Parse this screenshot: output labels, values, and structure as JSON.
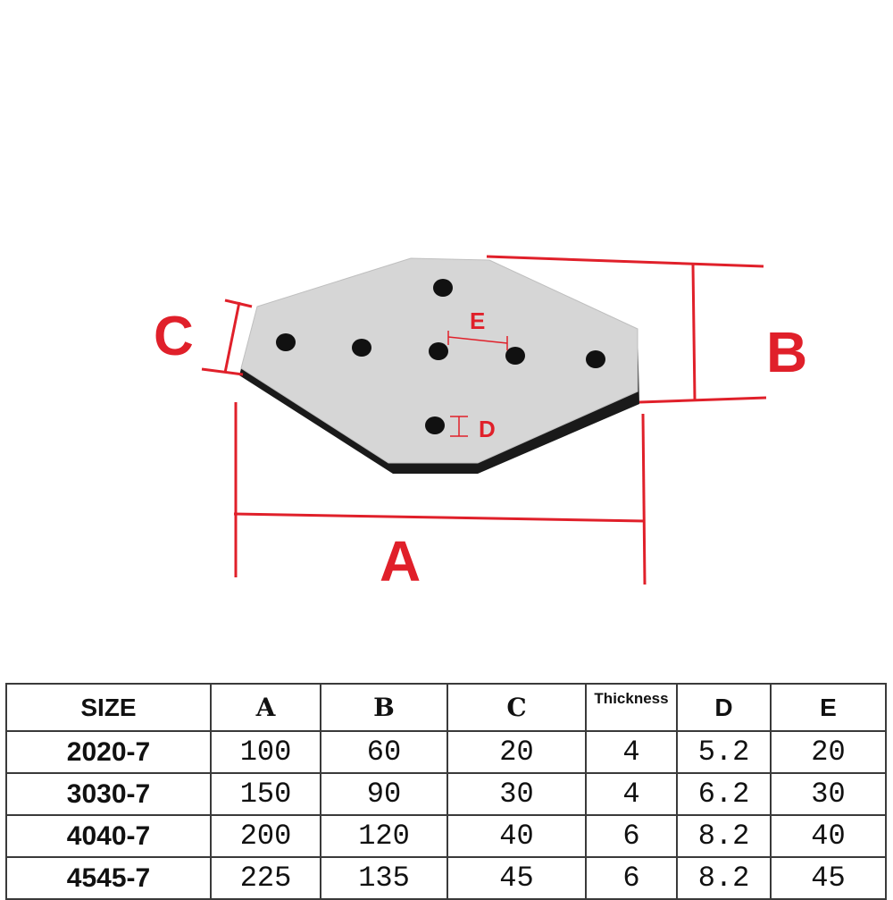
{
  "diagram": {
    "labels": {
      "a": "A",
      "b": "B",
      "c": "C",
      "d": "D",
      "e": "E"
    },
    "accent_color": "#e0202a",
    "plate_color": "#d4d4d4",
    "edge_color": "#1a1a1a"
  },
  "table": {
    "headers": [
      "SIZE",
      "A",
      "B",
      "C",
      "Thickness",
      "D",
      "E"
    ],
    "rows": [
      {
        "size": "2020-7",
        "a": "100",
        "b": "60",
        "c": "20",
        "thickness": "4",
        "d": "5.2",
        "e": "20"
      },
      {
        "size": "3030-7",
        "a": "150",
        "b": "90",
        "c": "30",
        "thickness": "4",
        "d": "6.2",
        "e": "30"
      },
      {
        "size": "4040-7",
        "a": "200",
        "b": "120",
        "c": "40",
        "thickness": "6",
        "d": "8.2",
        "e": "40"
      },
      {
        "size": "4545-7",
        "a": "225",
        "b": "135",
        "c": "45",
        "thickness": "6",
        "d": "8.2",
        "e": "45"
      }
    ]
  }
}
